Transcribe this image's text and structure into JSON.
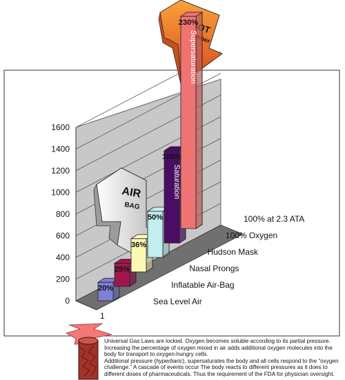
{
  "chart_data": {
    "type": "bar",
    "categories": [
      "Sea Level Air",
      "Inflatable Air-Bag",
      "Nasal Prongs",
      "Hudson Mask",
      "100% Oxygen",
      "100% at 2.3 ATA"
    ],
    "values": [
      20,
      25,
      36,
      50,
      100,
      230
    ],
    "bar_labels": [
      "20%",
      "25%",
      "36%",
      "50%",
      "100%",
      "230%"
    ],
    "bar_colors": [
      "#7f7fd6",
      "#a1164f",
      "#fbf8b4",
      "#c2eef0",
      "#4b0c63",
      "#f07373"
    ],
    "bar_inner_labels": [
      "",
      "",
      "",
      "",
      "Saturation",
      "Supersaturation"
    ],
    "y_ticks": [
      "0",
      "200",
      "400",
      "600",
      "800",
      "1000",
      "1200",
      "1400",
      "1600"
    ],
    "ylim": [
      0,
      1600
    ],
    "depth_tick": "1",
    "grid": true
  },
  "annotations": {
    "hbot_arrow_line1": "HBOT",
    "hbot_arrow_line2": "chamber",
    "air_arrow_line1": "AIR",
    "air_arrow_line2": "BAG"
  },
  "footnote": {
    "p1": "Universal Gas Laws are locked.  Oxygen becomes soluble according to its partial pressure.  Increasing  the percentage of oxygen mixed in air  adds  additional  oxygen molecules into the body for  transport to oxygen-hungry cells.",
    "p2a": "Additional pressure  (",
    "p2b": "hyperbaric",
    "p2c": "),  supersaturates the body and all   cells respond to the “oxygen challenge.”  A cascade of events occur  The body reacts to different pressures as it does to different doses of pharmaceuticals. Thus the requirement of the FDA for physician oversight."
  },
  "colors": {
    "wall": "#c8c8c8",
    "floor": "#6e6e6e",
    "hbot_arrow": "#f06a2a",
    "air_arrow": "#ffffff",
    "tank": "#a3322a"
  }
}
